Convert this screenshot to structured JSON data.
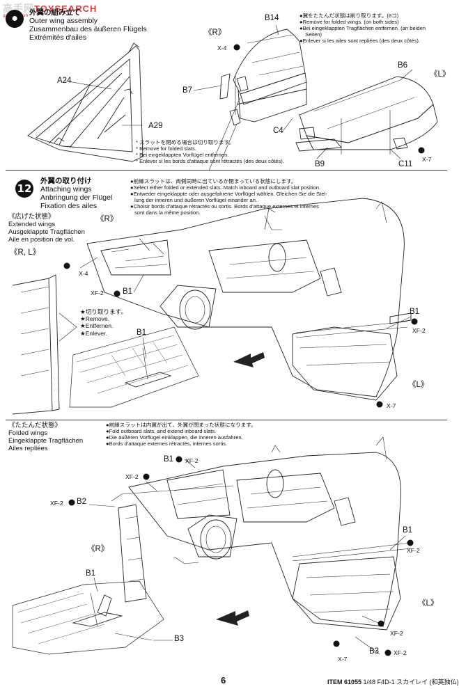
{
  "watermark": {
    "brand": "高手网",
    "suffix": "TOYSEARCH",
    "site": "gaoshou.com"
  },
  "step_outer": {
    "title_jp": "外翼の組み立て",
    "title_en": "Outer wing assembly",
    "title_de": "Zusammenbau des äußeren Flügels",
    "title_fr": "Extrémités d'ailes",
    "parts": [
      "A24",
      "A29"
    ],
    "note_folded": [
      "翼をたたんだ状態は削り取ります。(8コ)",
      "Remove for folded wings. (on both sides)",
      "Bei eingeklappten Tragflächen entfernen. (an beiden",
      "Seiten)",
      "Enlever si les ailes sont repliées (des deux côtés)."
    ],
    "note_slats": [
      "スラットを閉める場合は切り取ります。",
      "Remove for folded slats.",
      "Bei eingeklappten Vorflügel entfernen.",
      "Enlever si les bords d'attaque sont rétractés (des deux côtés)."
    ],
    "labels": {
      "r": "《R》",
      "l": "《L》",
      "b14": "B14",
      "b7": "B7",
      "b6": "B6",
      "c4": "C4",
      "b9": "B9",
      "c11": "C11",
      "x4": "X-4",
      "x7": "X-7"
    }
  },
  "step_12": {
    "number": "12",
    "title_jp": "外翼の取り付け",
    "title_en": "Attaching wings",
    "title_de": "Anbringung der Flügel",
    "title_fr": "Fixation des ailes",
    "intro": [
      "前縁スラットは、両側同時に出ているか閉まっている状態にします。",
      "Select either folded or extended slats. Match inboard and outboard slat position.",
      "Entweder eingeklappte oder ausgefahrene Vorflügel wählen. Gleichen Sie die Stel-",
      "lung der inneren und äußeren Vorflügel einander an.",
      "Choisir bords d'attaque rétractés ou sortis. Bords d'attaque externes et internes",
      "sont dans la même position."
    ],
    "extended": {
      "title_jp": "《広げた状態》",
      "title_en": "Extended wings",
      "title_de": "Ausgeklappte Tragflächen",
      "title_fr": "Aile en position de vol.",
      "rl": "《R, L》",
      "cut": [
        "★切り取ります。",
        "★Remove.",
        "★Entfernen.",
        "★Enlever."
      ],
      "labels": {
        "r": "《R》",
        "l": "《L》",
        "x4": "X-4",
        "xf2": "XF-2",
        "b1": "B1",
        "x7": "X-7"
      }
    },
    "folded": {
      "title_jp": "《たたんだ状態》",
      "title_en": "Folded wings",
      "title_de": "Eingeklappte Tragflächen",
      "title_fr": "Ailes repliées",
      "note": [
        "前縁スラットは内翼が出て、外翼が閉まった状態になります。",
        "Fold outboard slats, and extend inboard slats.",
        "Die äußeren Vorflügel einklappen, die inneren ausfahren.",
        "Bords d'attaque externes rétractés, internes sortis."
      ],
      "labels": {
        "r": "《R》",
        "l": "《L》",
        "b1": "B1",
        "b2": "B2",
        "b3": "B3",
        "xf2": "XF-2",
        "x7": "X-7"
      }
    }
  },
  "footer": {
    "page": "6",
    "item": "ITEM 61055",
    "title": "1/48 F4D-1 スカイレイ (和英独仏)"
  }
}
